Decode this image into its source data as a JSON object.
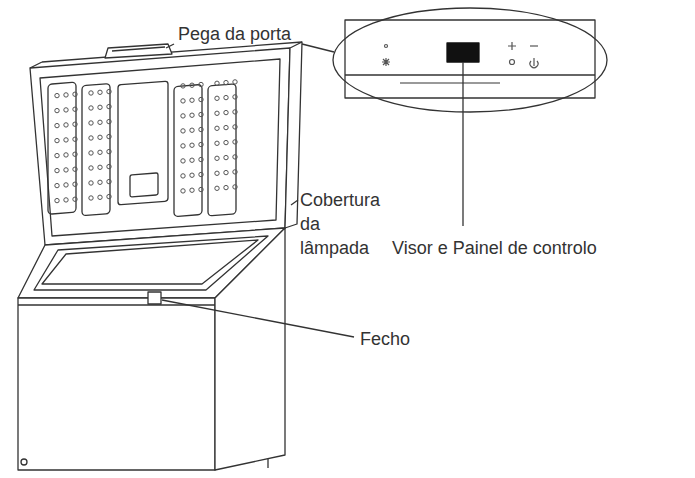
{
  "diagram": {
    "labels": [
      "Pega da porta",
      "Cobertura da lâmpada",
      "Visor e Painel de controlo",
      "Fecho"
    ]
  }
}
